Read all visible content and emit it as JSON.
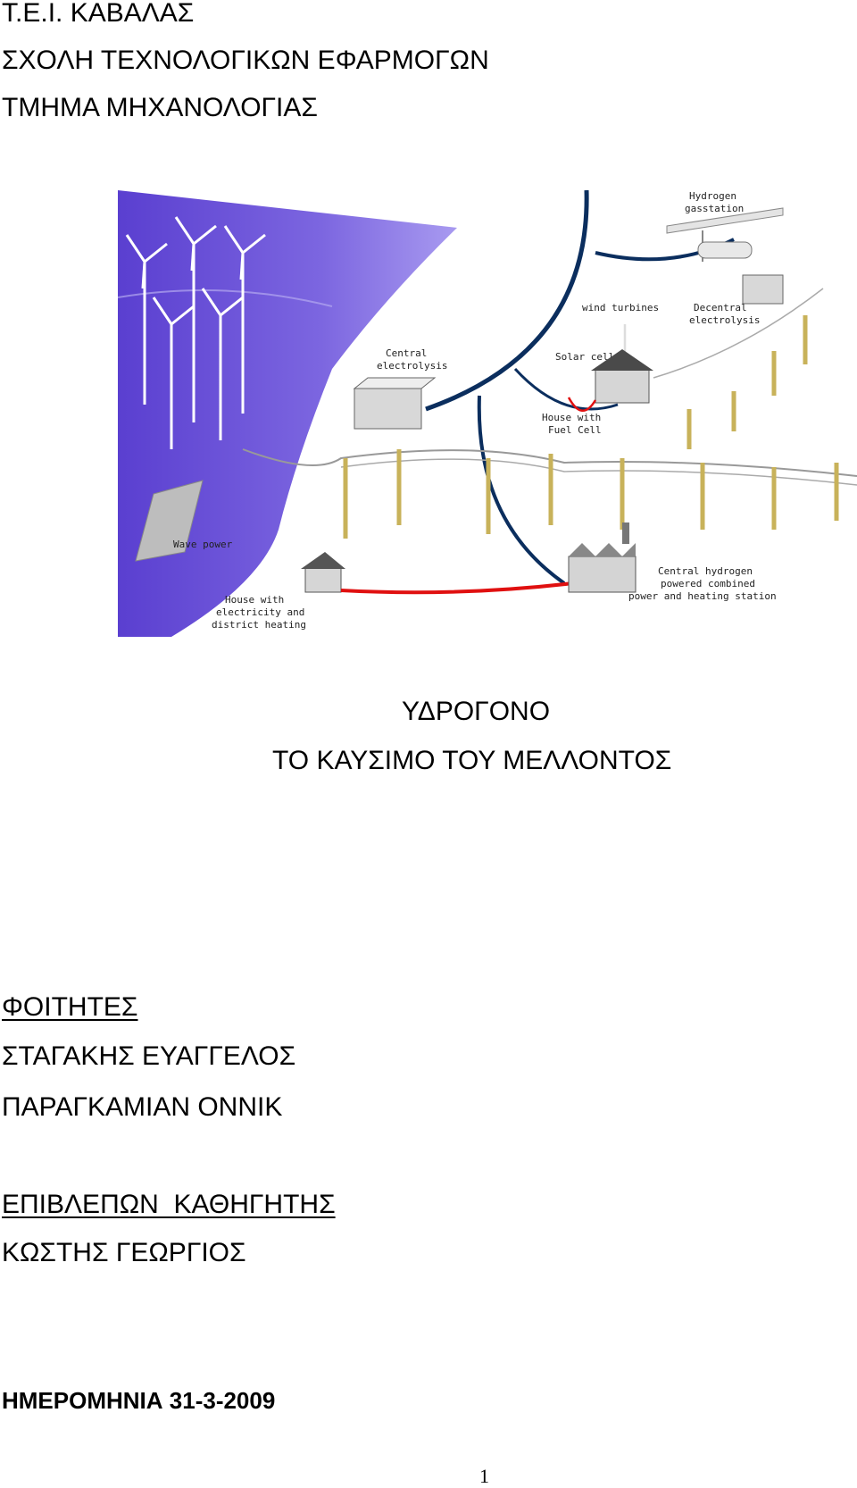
{
  "header": {
    "institution": "Τ.Ε.Ι. ΚΑΒΑΛΑΣ",
    "school": "ΣΧΟΛΗ ΤΕΧΝΟΛΟΓΙΚΩΝ ΕΦΑΡΜΟΓΩΝ",
    "department": "ΤΜΗΜΑ ΜΗΧΑΝΟΛΟΓΙΑΣ"
  },
  "figure_labels": {
    "hydrogen_gasstation": [
      "Hydrogen",
      "gasstation"
    ],
    "wind_turbines": "wind turbines",
    "decentral_electrolysis": [
      "Decentral",
      "electrolysis"
    ],
    "central_electrolysis": [
      "Central",
      "electrolysis"
    ],
    "solar_cell": "Solar cell",
    "house_fuel_cell": [
      "House with",
      "Fuel Cell"
    ],
    "wave_power": "Wave power",
    "house_district": [
      "House with",
      "electricity and",
      "district heating"
    ],
    "central_station": [
      "Central hydrogen",
      "powered combined",
      "power and heating station"
    ]
  },
  "title": {
    "line1": "ΥΔΡΟΓΟΝΟ",
    "line2": "ΤΟ ΚΑΥΣΙΜΟ ΤΟΥ ΜΕΛΛΟΝΤΟΣ"
  },
  "students": {
    "heading": "ΦΟΙΤΗΤΕΣ",
    "names": [
      "ΣΤΑΓΑΚΗΣ ΕΥΑΓΓΕΛΟΣ",
      "ΠΑΡΑΓΚΑΜΙΑΝ ΟΝΝΙΚ"
    ]
  },
  "supervisor": {
    "heading": "ΕΠΙΒΛΕΠΩΝ  ΚΑΘΗΓΗΤΗΣ",
    "name": "ΚΩΣΤΗΣ ΓΕΩΡΓΙΟΣ"
  },
  "date": "ΗΜΕΡΟΜΗΝΙΑ 31-3-2009",
  "page_number": "1",
  "colors": {
    "sea": "#5a3fd0",
    "pipeline": "#0b2e5e",
    "heat_line": "#e01010",
    "pole": "#c8b25a"
  }
}
